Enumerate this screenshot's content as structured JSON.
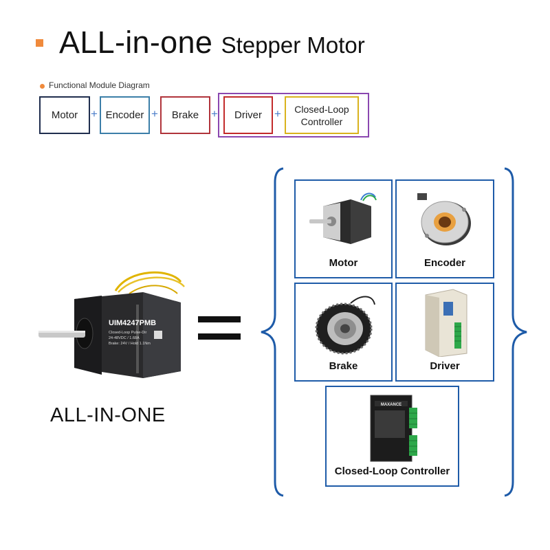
{
  "title": {
    "main": "ALL-in-one",
    "sub": "Stepper Motor"
  },
  "functional": {
    "label": "Functional Module Diagram",
    "modules": [
      "Motor",
      "Encoder",
      "Brake",
      "Driver",
      "Closed-Loop\nController"
    ],
    "plus": "+"
  },
  "product": {
    "model": "UIM4247PMB",
    "spec_lines": [
      "Closed-Loop Pulse-Dir",
      "24-48VDC / 1.68A",
      "Brake: 24V / Hold 1.1Nm"
    ],
    "caption": "ALL-IN-ONE"
  },
  "components": [
    "Motor",
    "Encoder",
    "Brake",
    "Driver",
    "Closed-Loop Controller"
  ],
  "controller_brand": "MAXANCE",
  "colors": {
    "accent_orange": "#f08a3c",
    "motor_border": "#1f2d4d",
    "encoder_border": "#3b7ea8",
    "brake_border": "#b0333a",
    "driver_border": "#c22a2a",
    "controller_border": "#d9b21c",
    "group_border": "#8a47b0",
    "plus": "#4a7cc9",
    "card_border": "#1e5ba8",
    "brace": "#1e5ba8"
  }
}
